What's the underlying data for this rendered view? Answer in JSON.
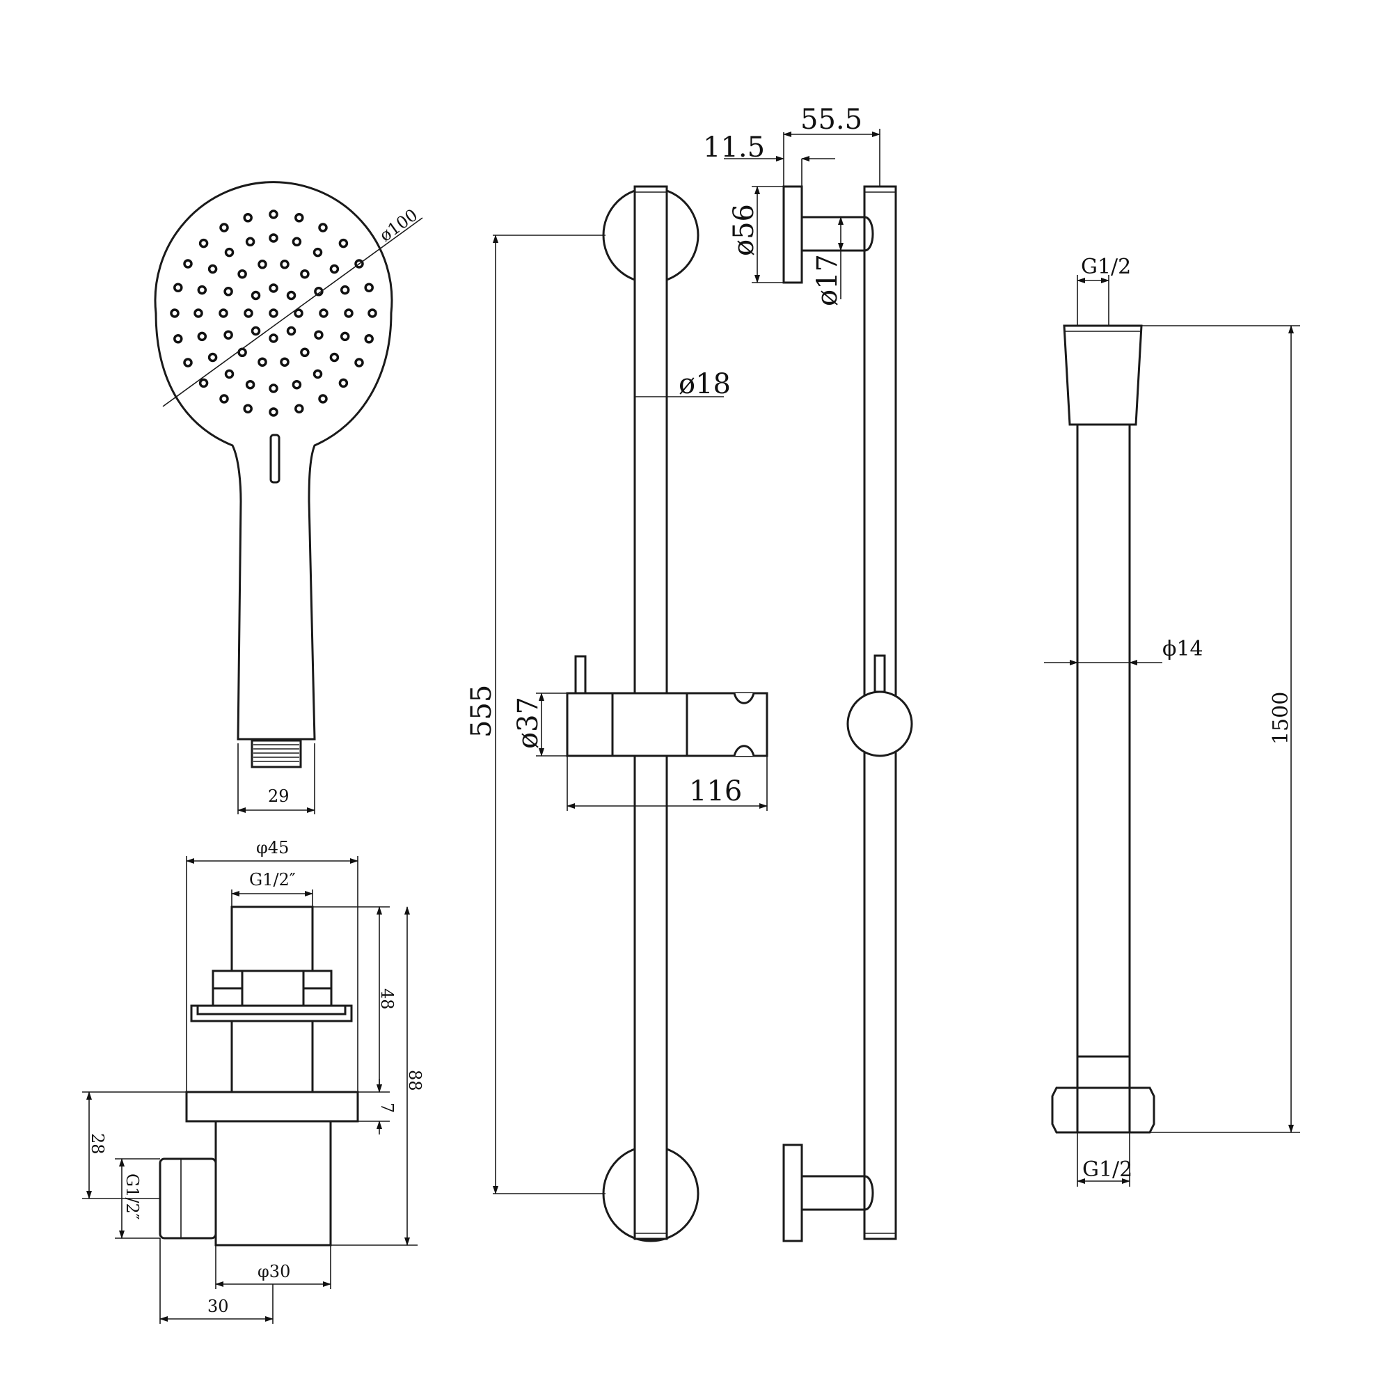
{
  "hand_shower": {
    "face_diameter": "ø100",
    "neck_width": "29"
  },
  "wall_outlet": {
    "flange_diameter": "φ45",
    "top_thread": "G1/2″",
    "upper_height": "48",
    "total_height": "88",
    "flange_thickness": "7",
    "side_outlet_height": "28",
    "side_thread": "G1/2″",
    "body_diameter": "φ30",
    "side_projection": "30"
  },
  "slide_rail": {
    "centre_distance": "555",
    "rail_diameter": "ø18",
    "slider_diameter": "ø37",
    "slider_length": "116"
  },
  "rail_side_view": {
    "bracket_offset": "11.5",
    "projection": "55.5",
    "wall_plate_diameter": "ø56",
    "arm_diameter": "ø17"
  },
  "hose": {
    "top_thread": "G1/2",
    "hose_diameter": "ϕ14",
    "length": "1500",
    "bottom_thread": "G1/2"
  }
}
